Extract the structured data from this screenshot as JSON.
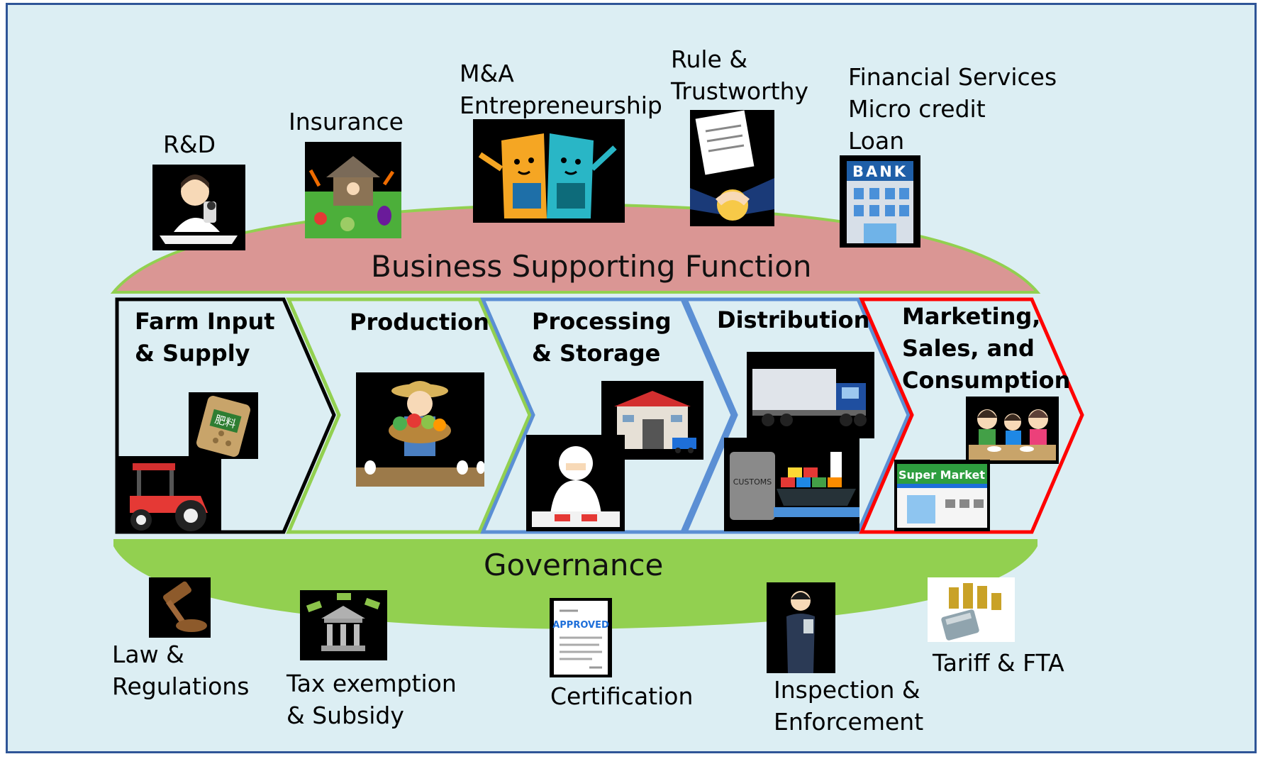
{
  "support": {
    "title": "Business Supporting Function",
    "items": [
      {
        "label": "R&D",
        "icon": "researcher-microscope-icon"
      },
      {
        "label": "Insurance",
        "icon": "farm-hut-crops-icon"
      },
      {
        "label": "M&A\nEntrepreneurship",
        "icon": "merging-buildings-icon"
      },
      {
        "label": "Rule &\nTrustworthy",
        "icon": "contract-handshake-icon"
      },
      {
        "label": "Financial Services\nMicro credit\nLoan",
        "icon": "bank-building-icon",
        "bank_sign": "BANK"
      }
    ]
  },
  "stages": [
    {
      "title": "Farm Input\n& Supply",
      "outline": "#000000",
      "icons": [
        "fertilizer-bag-icon",
        "tractor-icon"
      ],
      "fertilizer_text": "肥料"
    },
    {
      "title": "Production",
      "outline": "#92d050",
      "icons": [
        "farmer-vegetables-icon"
      ]
    },
    {
      "title": "Processing\n& Storage",
      "outline": "#5b8fd4",
      "icons": [
        "warehouse-icon",
        "food-worker-icon"
      ]
    },
    {
      "title": "Distribution",
      "outline": "#5b8fd4",
      "icons": [
        "truck-icon",
        "customs-cargo-ship-icon"
      ],
      "customs_text": "CUSTOMS"
    },
    {
      "title": "Marketing,\nSales, and\nConsumption",
      "outline": "#ff0000",
      "icons": [
        "family-eating-icon",
        "supermarket-icon"
      ],
      "supermarket_text": "Super Market"
    }
  ],
  "governance": {
    "title": "Governance",
    "items": [
      {
        "label": "Law &\nRegulations",
        "icon": "gavel-icon"
      },
      {
        "label": "Tax exemption\n& Subsidy",
        "icon": "government-money-icon"
      },
      {
        "label": "Certification",
        "icon": "approved-document-icon",
        "stamp": "APPROVED"
      },
      {
        "label": "Inspection &\nEnforcement",
        "icon": "inspector-icon"
      },
      {
        "label": "Tariff & FTA",
        "icon": "coins-calculator-icon"
      }
    ]
  },
  "colors": {
    "background": "#dceef3",
    "frame": "#2f5597",
    "support_band": "#da9694",
    "governance_band": "#92d050",
    "production_outline": "#92d050",
    "processing_outline": "#5b8fd4",
    "marketing_outline": "#ff0000"
  }
}
